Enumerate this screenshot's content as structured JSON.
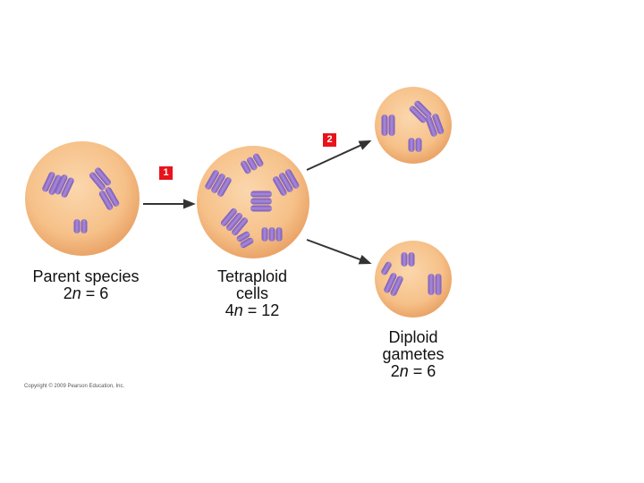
{
  "steps": {
    "step1": "1",
    "step2": "2"
  },
  "labels": {
    "parent": {
      "line1": "Parent species",
      "ploidy_prefix": "2",
      "ploidy_var": "n",
      "ploidy_suffix": " = 6"
    },
    "tetraploid": {
      "line1": "Tetraploid",
      "line2": "cells",
      "ploidy_prefix": "4",
      "ploidy_var": "n",
      "ploidy_suffix": " = 12"
    },
    "gametes": {
      "line1": "Diploid",
      "line2": "gametes",
      "ploidy_prefix": "2",
      "ploidy_var": "n",
      "ploidy_suffix": " = 6"
    }
  },
  "copyright": "Copyright © 2009 Pearson Education, Inc.",
  "colors": {
    "cell_fill": "#f6c189",
    "cell_edge": "#e8a56a",
    "chromosome": "#9370c8",
    "chromosome_dark": "#6a4c9c",
    "arrow": "#333333",
    "badge": "#e8141c"
  }
}
